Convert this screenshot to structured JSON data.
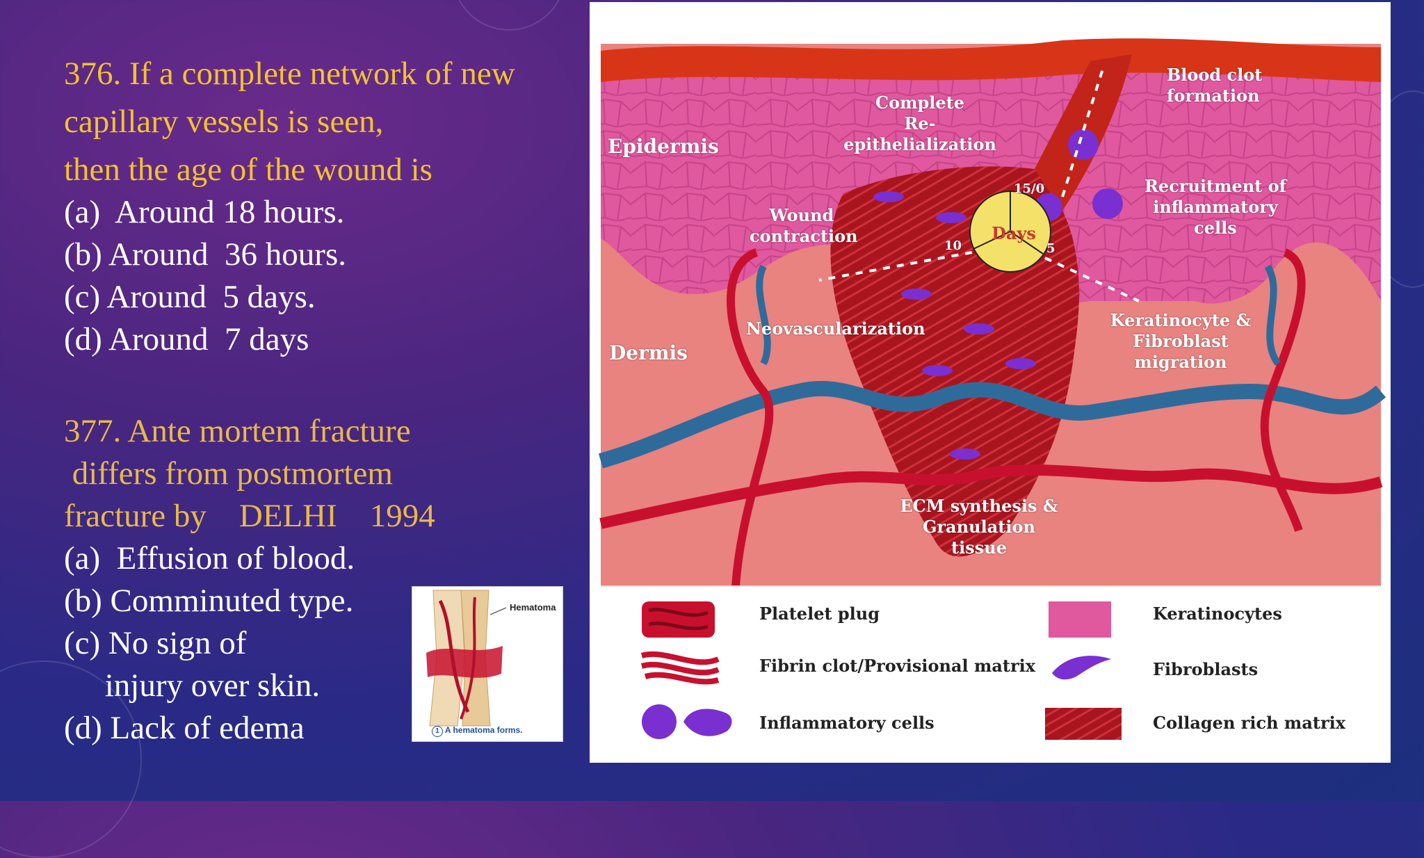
{
  "q376": {
    "stem_lines": [
      "376. If a complete network of new",
      "capillary vessels is seen,",
      "then the age of the wound is"
    ],
    "options": [
      "(a)  Around 18 hours.",
      "(b) Around  36 hours.",
      "(c) Around  5 days.",
      "(d) Around  7 days"
    ]
  },
  "q377": {
    "stem_lines": [
      "377. Ante mortem fracture",
      " differs from postmortem",
      "fracture by    DELHI    1994"
    ],
    "options": [
      "(a)  Effusion of blood.",
      "(b) Comminuted type.",
      "(c) No sign of",
      "     injury over skin.",
      "(d) Lack of edema"
    ]
  },
  "diagram": {
    "labels": {
      "epidermis": "Epidermis",
      "dermis": "Dermis",
      "reepi": [
        "Complete",
        "Re-epithelialization"
      ],
      "clot": [
        "Blood clot",
        "formation"
      ],
      "recruit": [
        "Recruitment of",
        "inflammatory cells"
      ],
      "contraction": [
        "Wound",
        "contraction"
      ],
      "neovasc": "Neovascularization",
      "migration": [
        "Keratinocyte &",
        "Fibroblast migration"
      ],
      "ecm": [
        "ECM synthesis &",
        "Granulation tissue"
      ],
      "days": "Days",
      "ticks": [
        "15/0",
        "10",
        "5"
      ]
    },
    "legend": [
      "Platelet plug",
      "Fibrin clot/Provisional matrix",
      "Inflammatory cells",
      "Keratinocytes",
      "Fibroblasts",
      "Collagen rich matrix"
    ]
  },
  "hematoma": {
    "label": "Hematoma",
    "caption_num": "1",
    "caption": "A hematoma forms."
  }
}
